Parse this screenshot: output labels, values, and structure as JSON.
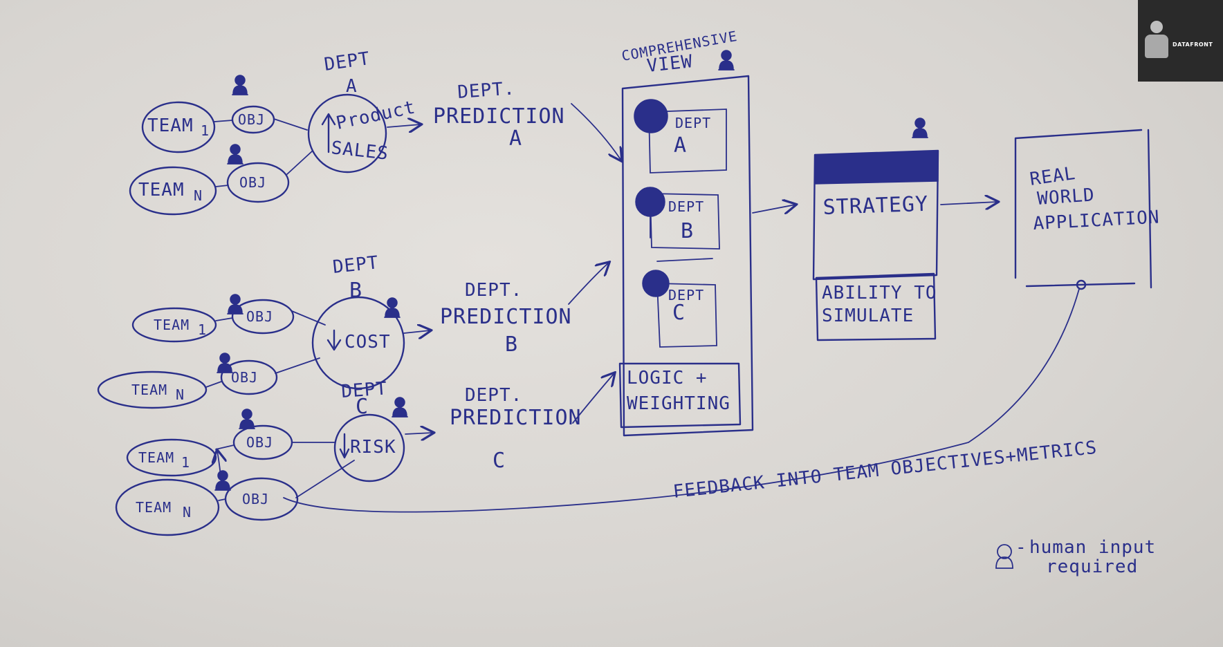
{
  "left": {
    "dept_a": {
      "dept": "DEPT",
      "letter": "A",
      "hub_line1": "Product",
      "hub_line2": "SALES",
      "team_top": "TEAM",
      "team_top_sub": "1",
      "team_bottom": "TEAM",
      "team_bottom_sub": "N",
      "obj_top": "OBJ",
      "obj_bottom": "OBJ"
    },
    "dept_b": {
      "dept": "DEPT",
      "letter": "B",
      "hub": "COST",
      "team_top": "TEAM",
      "team_top_sub": "1",
      "team_bottom": "TEAM",
      "team_bottom_sub": "N",
      "obj_top": "OBJ",
      "obj_bottom": "OBJ"
    },
    "dept_c": {
      "dept": "DEPT",
      "letter": "C",
      "hub": "RISK",
      "team_top": "TEAM",
      "team_top_sub": "1",
      "team_bottom": "TEAM",
      "team_bottom_sub": "N",
      "obj_top": "OBJ",
      "obj_bottom": "OBJ"
    }
  },
  "predictions": [
    {
      "line1": "DEPT.",
      "line2": "PREDICTION",
      "letter": "A"
    },
    {
      "line1": "DEPT.",
      "line2": "PREDICTION",
      "letter": "B"
    },
    {
      "line1": "DEPT.",
      "line2": "PREDICTION",
      "letter": "C"
    }
  ],
  "comprehensive": {
    "title_line1": "COMPREHENSIVE",
    "title_line2": "VIEW",
    "cards": [
      {
        "dept": "DEPT",
        "letter": "A"
      },
      {
        "dept": "DEPT",
        "letter": "B"
      },
      {
        "dept": "DEPT",
        "letter": "C"
      }
    ],
    "logic_line1": "LOGIC +",
    "logic_line2": "WEIGHTING"
  },
  "strategy": {
    "title": "STRATEGY",
    "sim_line1": "ABILITY TO",
    "sim_line2": "SIMULATE"
  },
  "real_world": {
    "line1": "REAL",
    "line2": "WORLD",
    "line3": "APPLICATION"
  },
  "feedback": "FEEDBACK INTO TEAM OBJECTIVES+METRICS",
  "legend": {
    "dash": "-",
    "line1": "human input",
    "line2": "required"
  },
  "logo": {
    "brand": "DATAFRONT"
  },
  "ink_color": "#2a2f8a"
}
